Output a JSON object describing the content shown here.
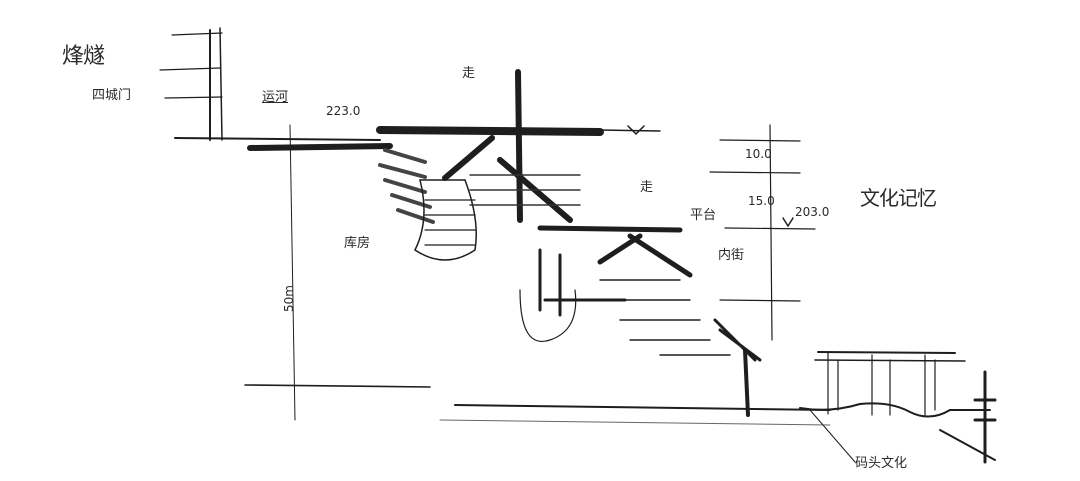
{
  "sketch": {
    "title": "Hand-drawn architectural section sketch",
    "annotations": {
      "top_left_1": "烽燧",
      "top_left_2": "四城门",
      "top_label_a": "运河",
      "elevation_top": "223.0",
      "note_top_1": "走",
      "note_mid_1": "走",
      "label_right_1": "平台",
      "label_right_2": "内街",
      "label_far_right": "文化记忆",
      "label_left_mid": "库房",
      "vertical_dim": "50m",
      "bottom_right": "码头文化",
      "dim_10": "10.0",
      "dim_15": "15.0",
      "elevation_right": "203.0"
    }
  },
  "colors": {
    "ink": "#1e1e1e",
    "ink_light": "#555555",
    "paper": "#ffffff"
  }
}
